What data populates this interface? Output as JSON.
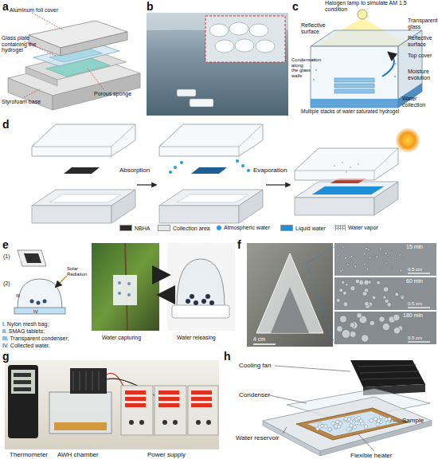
{
  "diagram": {
    "labels": [
      "a",
      "Aluminum foil cover",
      "Glass plate containing the hydrogel",
      "Styrofoam base",
      "Porous sponge",
      "b",
      "c",
      "Halogen lamp to simulate AM 1.5 condition",
      "Transparent glass",
      "Reflective surface",
      "Reflective surface",
      "Top cover",
      "Condensation along the glass walls",
      "Moisture evolution",
      "Multiple stacks of water saturated hydrogel",
      "Water collection",
      "d",
      "Absorption",
      "Evaporation",
      "e",
      "(1)",
      "I",
      "II",
      "(2)",
      "Solar Radiation",
      "III",
      "IV",
      "I. Nylon mesh bag;",
      "II. SMAG tablets;",
      "III. Transparent condenser;",
      "IV. Collected water.",
      "Water capturing",
      "Water releasing",
      "f",
      "4 cm",
      "15 min",
      "0.5 cm",
      "60 min",
      "0.5 cm",
      "180 min",
      "0.5 cm",
      "g",
      "Thermometer",
      "AWH chamber",
      "Power supply",
      "h",
      "Cooling fan",
      "Condenser",
      "Water reservoir",
      "Flexible heater",
      "Sample"
    ],
    "legend": [
      {
        "text": "NBHA",
        "color": "#2b2b2b"
      },
      {
        "text": "Collection area",
        "color": "#e4e6e8"
      },
      {
        "text": "Atmospheric water",
        "color": "#1ea0e0"
      },
      {
        "text": "Liquid water",
        "color": "#1e8fd6"
      },
      {
        "text": "Water vapor"
      }
    ]
  }
}
